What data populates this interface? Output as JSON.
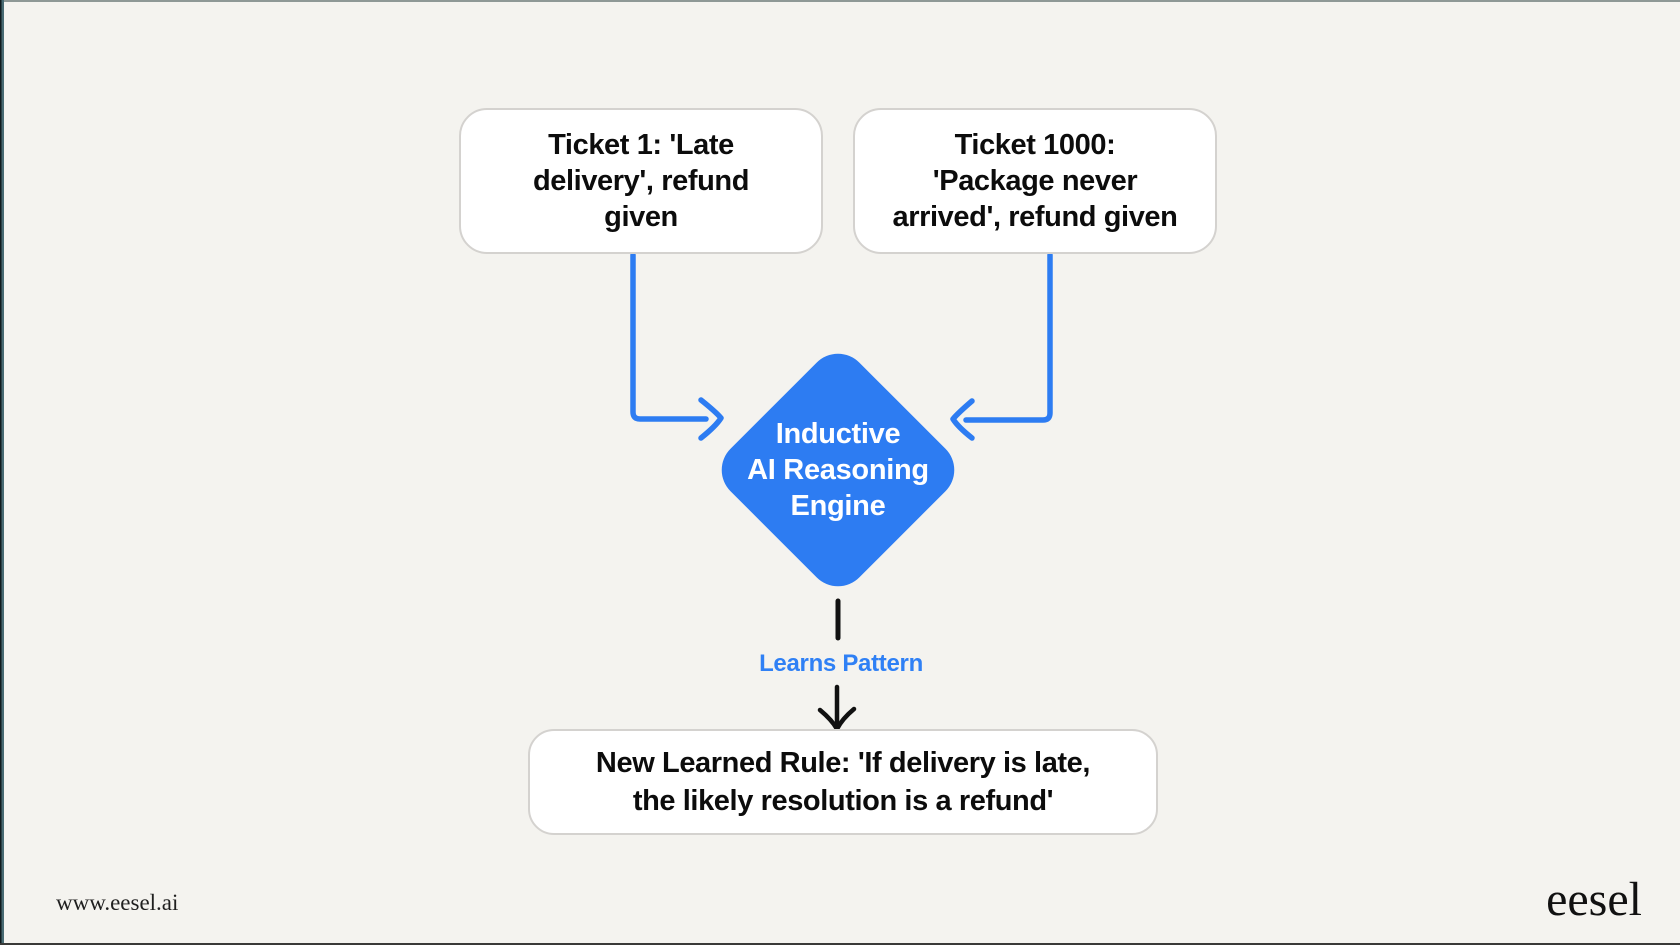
{
  "colors": {
    "accent": "#2d7cf2",
    "label": "#2f80f5",
    "ink": "#0c0c0c",
    "bg": "#f4f3ef"
  },
  "diagram": {
    "ticket1": {
      "text": "Ticket 1: 'Late\ndelivery', refund\ngiven"
    },
    "ticket1000": {
      "text": "Ticket 1000:\n'Package never\narrived', refund given"
    },
    "engine": {
      "text": "Inductive\nAI Reasoning\nEngine"
    },
    "edge_label": "Learns Pattern",
    "rule": {
      "text": "New Learned Rule: 'If delivery is late,\nthe likely resolution is a refund'"
    }
  },
  "footer": {
    "url": "www.eesel.ai",
    "logo": "eesel"
  }
}
